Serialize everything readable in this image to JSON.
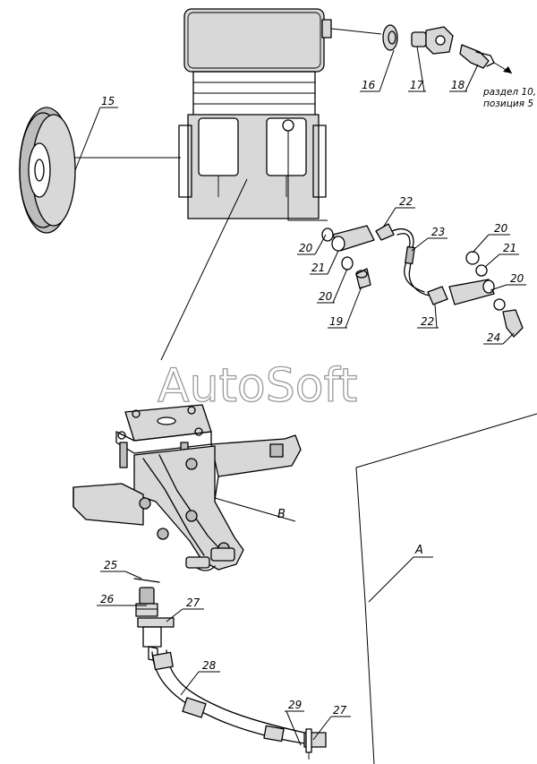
{
  "watermark": "AutoSoft",
  "callouts": {
    "c15": "15",
    "c16": "16",
    "c17": "17",
    "c18": "18",
    "c19": "19",
    "c20a": "20",
    "c20b": "20",
    "c20c": "20",
    "c20d": "20",
    "c21a": "21",
    "c21b": "21",
    "c22a": "22",
    "c22b": "22",
    "c23": "23",
    "c24": "24",
    "c25": "25",
    "c26": "26",
    "c27a": "27",
    "c27b": "27",
    "c28": "28",
    "c29": "29",
    "cB": "B",
    "cA": "A"
  },
  "reference_note": {
    "line1": "раздел 10,",
    "line2": "позиция 5"
  }
}
